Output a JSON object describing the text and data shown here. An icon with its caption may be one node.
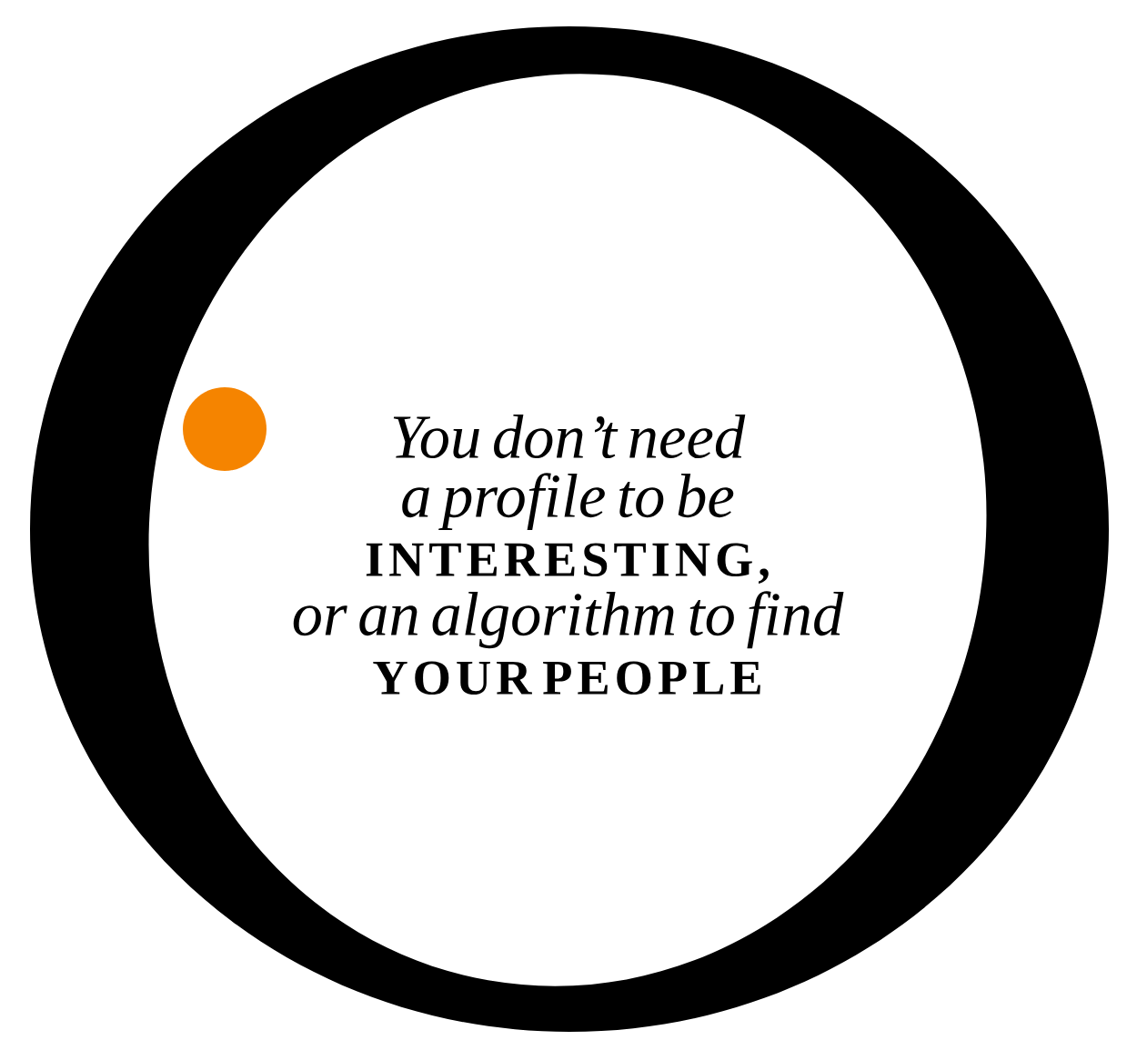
{
  "diagram": {
    "nodes": [
      {
        "text": [
          "You don’t need a profile to be",
          "INTERESTING,",
          "or an algorithm to find",
          "YOUR PEOPLE"
        ]
      }
    ]
  }
}
